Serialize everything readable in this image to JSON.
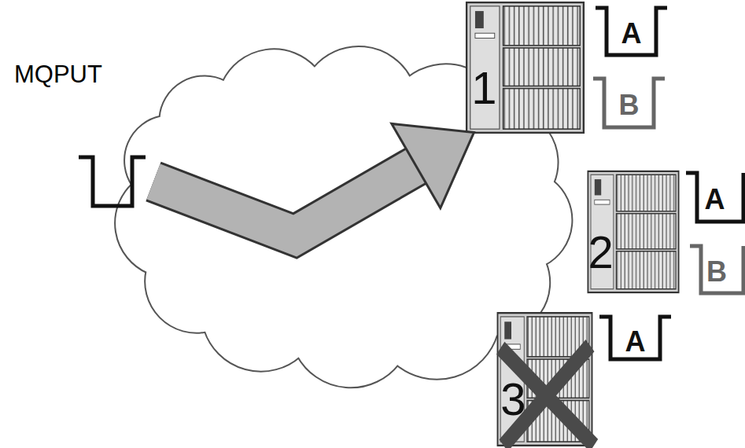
{
  "diagram": {
    "nodes": [
      {
        "text": [
          "MQPUT"
        ]
      },
      {
        "text": [
          "1"
        ]
      },
      {
        "text": [
          "A"
        ]
      },
      {
        "text": [
          "B"
        ]
      },
      {
        "text": [
          "2"
        ]
      },
      {
        "text": [
          "A"
        ]
      },
      {
        "text": [
          "B"
        ]
      },
      {
        "text": [
          "3"
        ]
      },
      {
        "text": [
          "A"
        ]
      }
    ],
    "edges": [
      {
        "from": 0,
        "to": 1,
        "arrow": "to"
      }
    ]
  }
}
